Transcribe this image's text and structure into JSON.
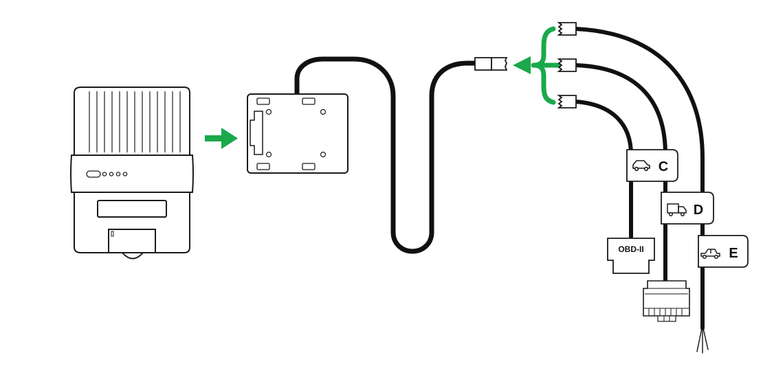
{
  "labels": {
    "obd": "OBD-II",
    "tag_c": "C",
    "tag_d": "D",
    "tag_e": "E"
  },
  "icons": {
    "tag_c": "car-icon",
    "tag_d": "truck-icon",
    "tag_e": "vintage-car-icon"
  },
  "colors": {
    "accent": "#1aa94b",
    "cable": "#111111",
    "outline": "#1a1a1a",
    "fill": "#ffffff"
  }
}
